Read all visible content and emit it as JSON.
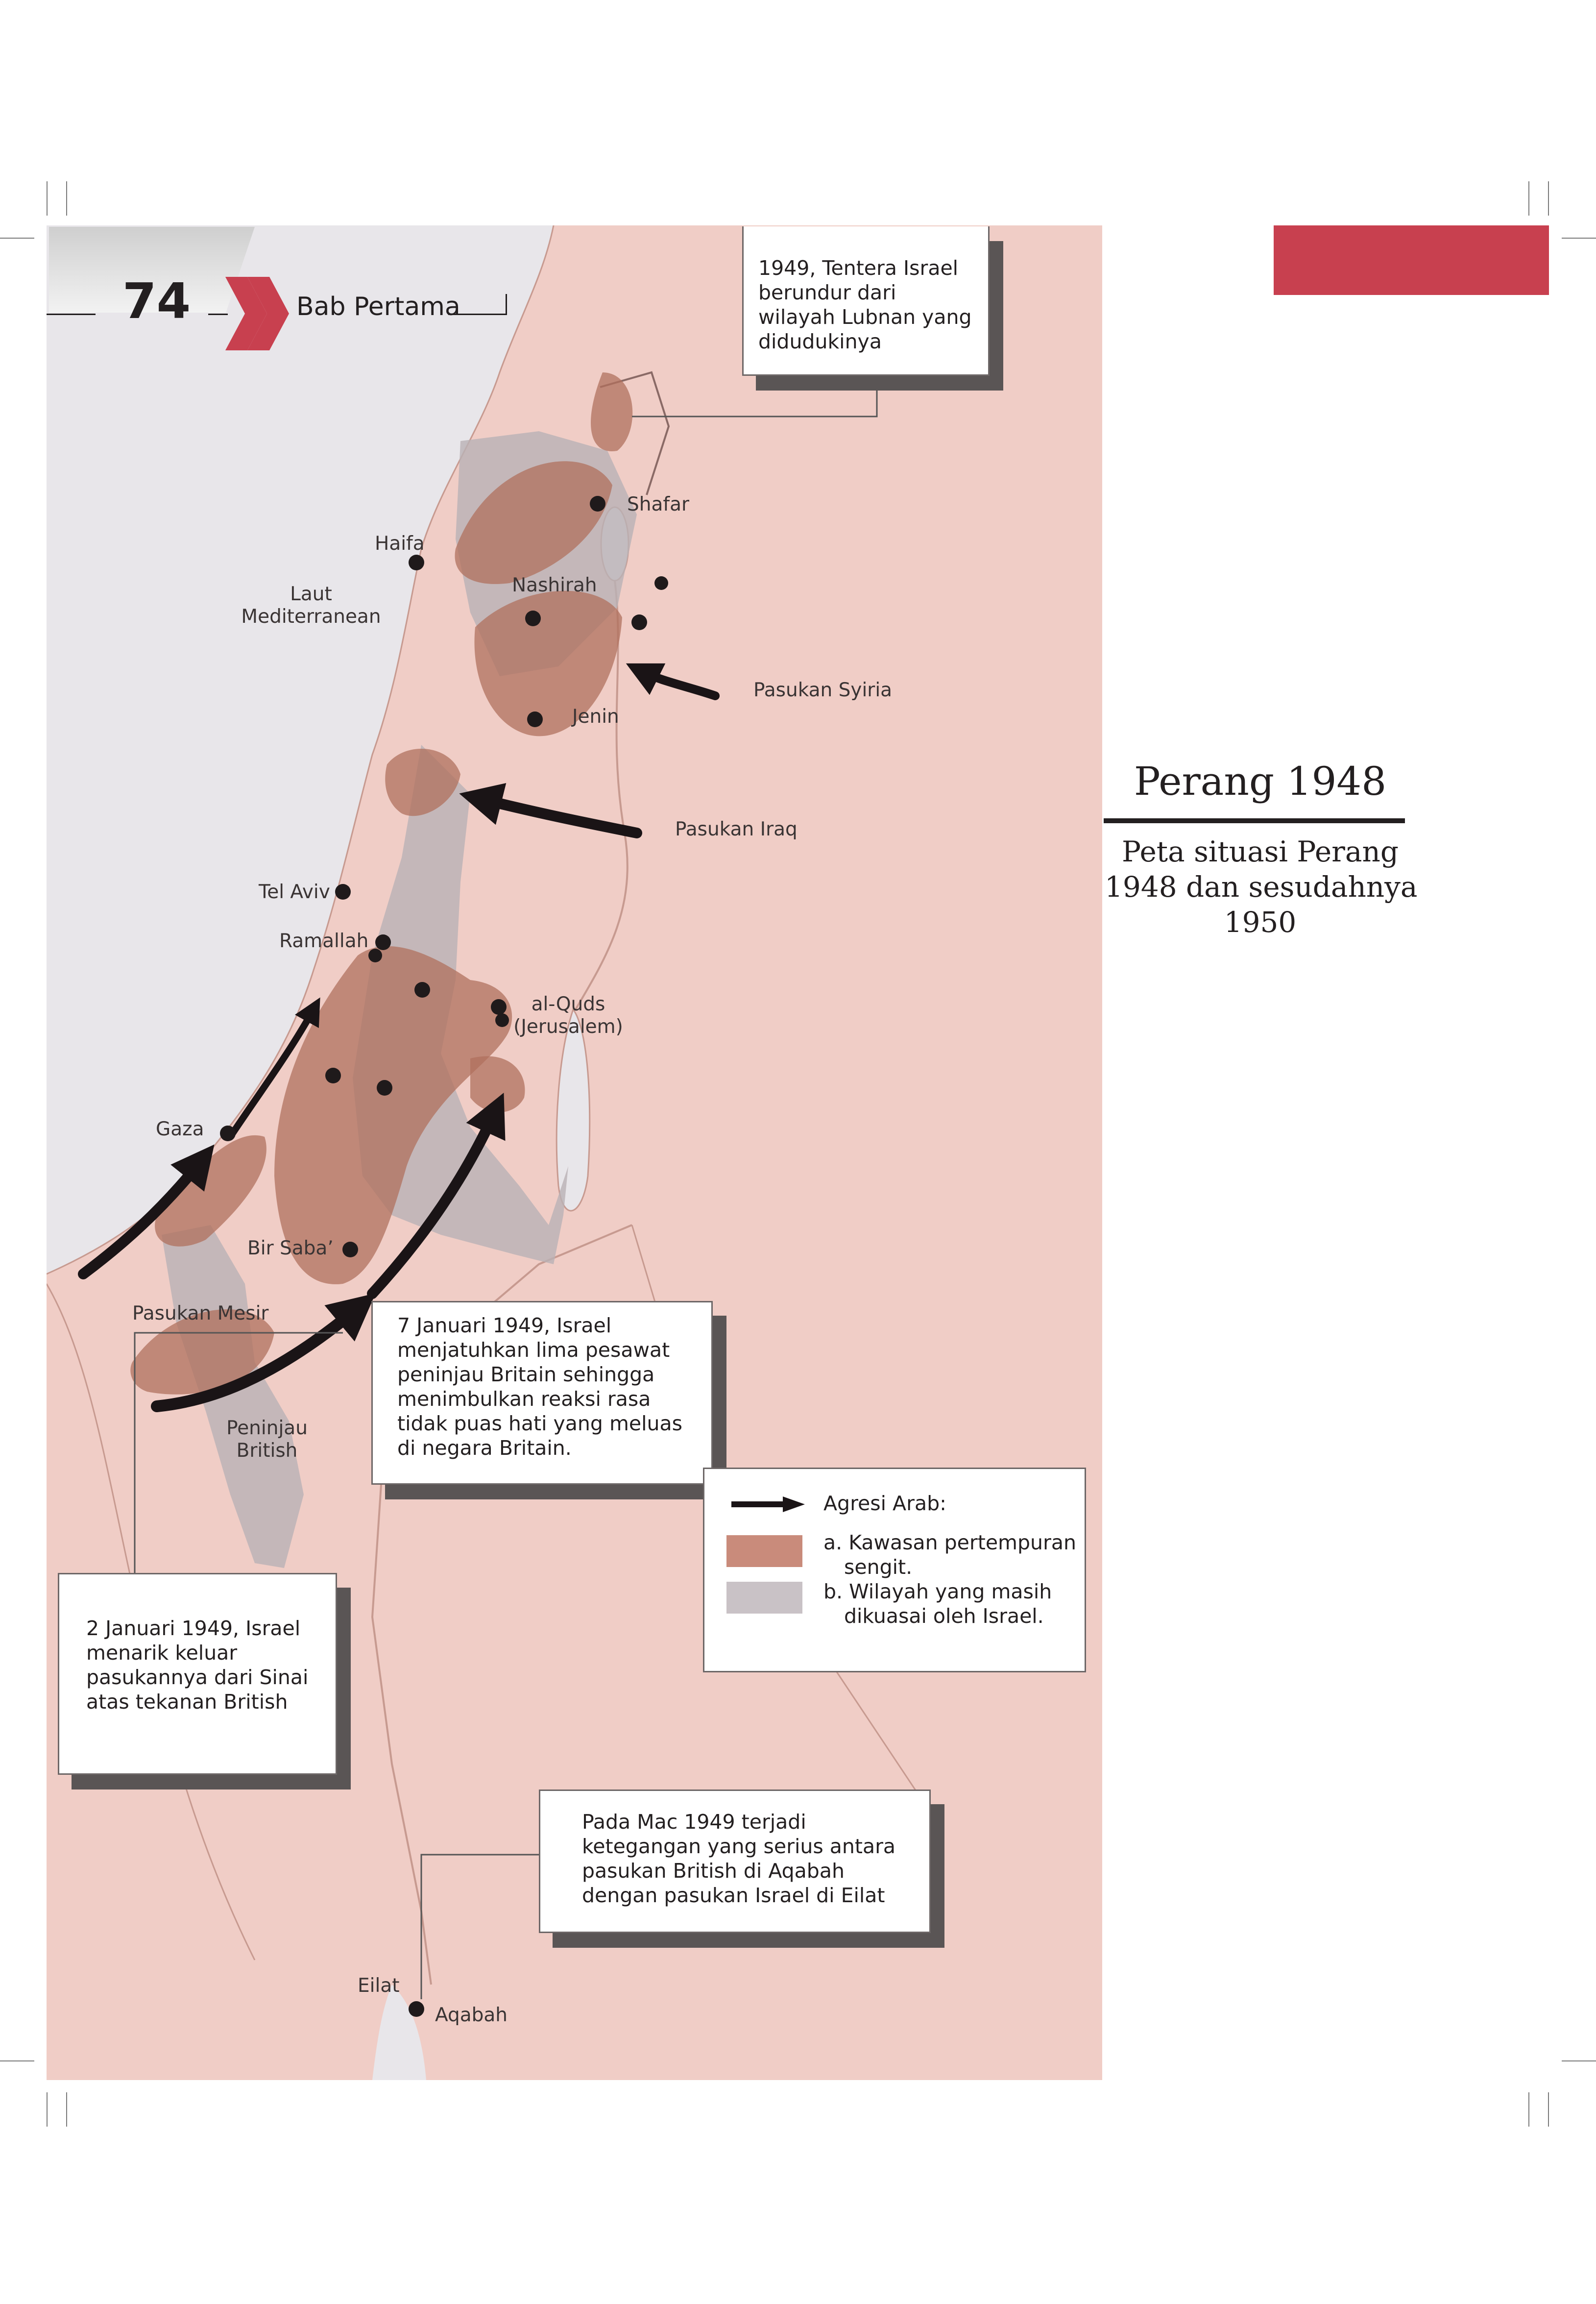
{
  "header": {
    "page_number": "74",
    "chapter": "Bab Pertama"
  },
  "sidebar": {
    "title": "Perang 1948",
    "caption_lines": [
      "Peta situasi Perang",
      "1948 dan sesudahnya",
      "1950"
    ],
    "accent_color": "#c8404f"
  },
  "map": {
    "labels": {
      "sea": [
        "Laut",
        "Mediterranean"
      ],
      "haifa": "Haifa",
      "shafar": "Shafar",
      "nashirah": "Nashirah",
      "jenin": "Jenin",
      "syria_forces": "Pasukan Syiria",
      "iraq_forces": "Pasukan Iraq",
      "tel_aviv": "Tel Aviv",
      "ramallah": "Ramallah",
      "al_quds": [
        "al-Quds",
        "(Jerusalem)"
      ],
      "gaza": "Gaza",
      "bir_saba": "Bir Saba’",
      "egypt_forces": "Pasukan Mesir",
      "british_observers": [
        "Peninjau",
        "British"
      ],
      "eilat": "Eilat",
      "aqabah": "Aqabah"
    },
    "colors": {
      "sea": "#e8e6ea",
      "land": "#f0cdc6",
      "combat_zone": "#b0705e",
      "israel_held": "#b9b1b5",
      "arrow": "#1a1416"
    }
  },
  "callouts": {
    "lebanon": [
      "1949, Tentera Israel",
      "berundur dari",
      "wilayah Lubnan yang",
      "didudukinya"
    ],
    "jan7": [
      "7 Januari 1949, Israel",
      "menjatuhkan lima pesawat",
      "peninjau Britain sehingga",
      "menimbulkan reaksi rasa",
      "tidak puas hati yang meluas",
      "di negara Britain."
    ],
    "jan2": [
      "2 Januari 1949, Israel",
      "menarik keluar",
      "pasukannya dari Sinai",
      "atas tekanan British"
    ],
    "march": [
      "Pada Mac 1949 terjadi",
      "ketegangan yang serius antara",
      "pasukan British di Aqabah",
      "dengan pasukan Israel di Eilat"
    ]
  },
  "legend": {
    "arrow_label": "Agresi Arab:",
    "item_a": [
      "a. Kawasan pertempuran",
      "sengit."
    ],
    "item_b": [
      "b. Wilayah yang masih",
      "dikuasai oleh Israel."
    ]
  }
}
